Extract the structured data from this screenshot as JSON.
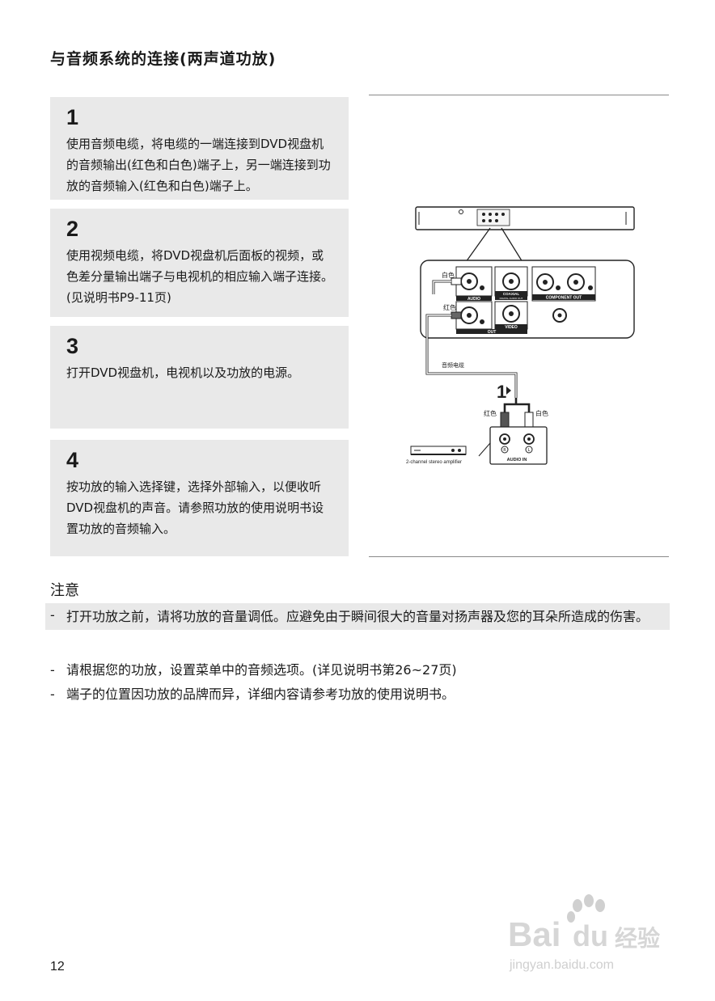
{
  "title": "与音频系统的连接(两声道功放)",
  "steps": [
    {
      "num": "1",
      "text": "使用音频电缆，将电缆的一端连接到DVD视盘机的音频输出(红色和白色)端子上，另一端连接到功放的音频输入(红色和白色)端子上。"
    },
    {
      "num": "2",
      "text": "使用视频电缆，将DVD视盘机后面板的视频，或色差分量输出端子与电视机的相应输入端子连接。(见说明书P9-11页)"
    },
    {
      "num": "3",
      "text": "打开DVD视盘机，电视机以及功放的电源。"
    },
    {
      "num": "4",
      "text": "按功放的输入选择键，选择外部输入，以便收听DVD视盘机的声音。请参照功放的使用说明书设置功放的音频输入。"
    }
  ],
  "diagram": {
    "label_white": "白色",
    "label_red": "红色",
    "label_audio": "AUDIO",
    "label_coaxial": "COAXIAL",
    "label_digital_audio_out": "DIGITAL AUDIO OUT",
    "label_component_out": "COMPONENT OUT",
    "label_video": "VIDEO",
    "label_out": "OUT",
    "label_cable": "音频电缆",
    "label_step": "1",
    "label_red2": "红色",
    "label_white2": "白色",
    "label_r": "R",
    "label_l": "L",
    "label_audio_in": "AUDIO IN",
    "label_amplifier": "2-channel stereo amplifier"
  },
  "notes_title": "注意",
  "notes": [
    "打开功放之前，请将功放的音量调低。应避免由于瞬间很大的音量对扬声器及您的耳朵所造成的伤害。",
    "请根据您的功放，设置菜单中的音频选项。(详见说明书第26~27页)",
    "端子的位置因功放的品牌而异，详细内容请参考功放的使用说明书。"
  ],
  "note_dash": "-",
  "page_number": "12",
  "watermark": {
    "line1": "Bai",
    "line2": "du",
    "line3": "经验",
    "url": "jingyan.baidu.com"
  }
}
